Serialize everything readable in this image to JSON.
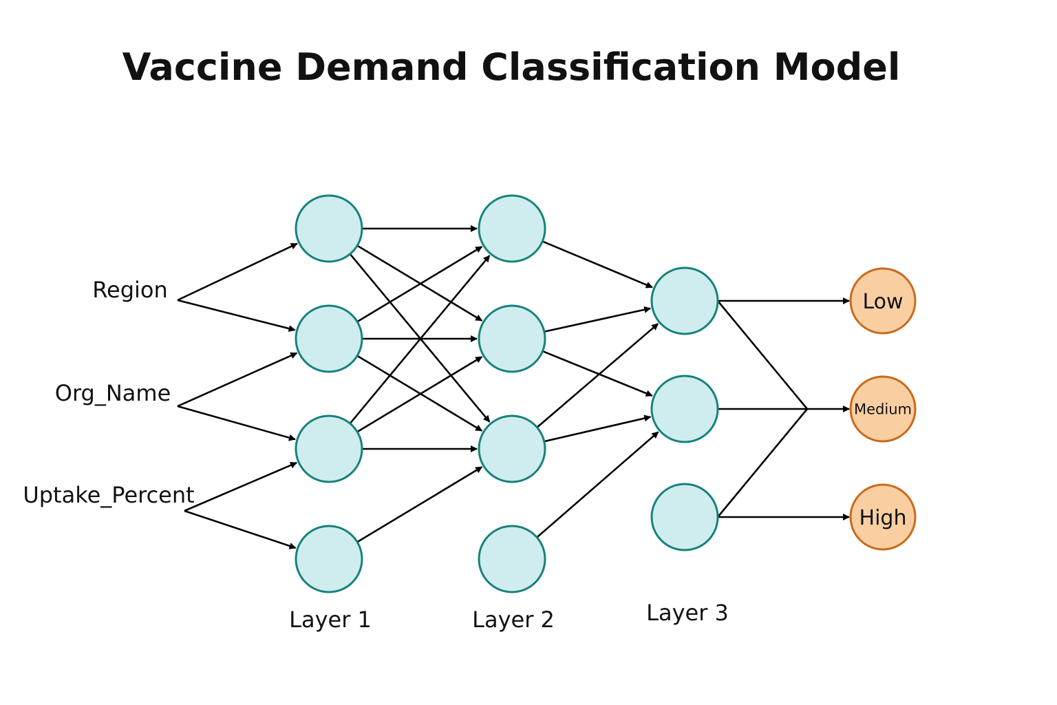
{
  "title": "Vaccine Demand Classification Model",
  "inputs": [
    "Region",
    "Org_Name",
    "Uptake_Percent"
  ],
  "layers": [
    "Layer 1",
    "Layer 2",
    "Layer 3"
  ],
  "outputs": [
    "Low",
    "Medium",
    "High"
  ],
  "colors": {
    "hidden_fill": "#cfecef",
    "hidden_stroke": "#16827a",
    "output_fill": "#f9cfa2",
    "output_stroke": "#c96a1b",
    "edge": "#000000"
  }
}
